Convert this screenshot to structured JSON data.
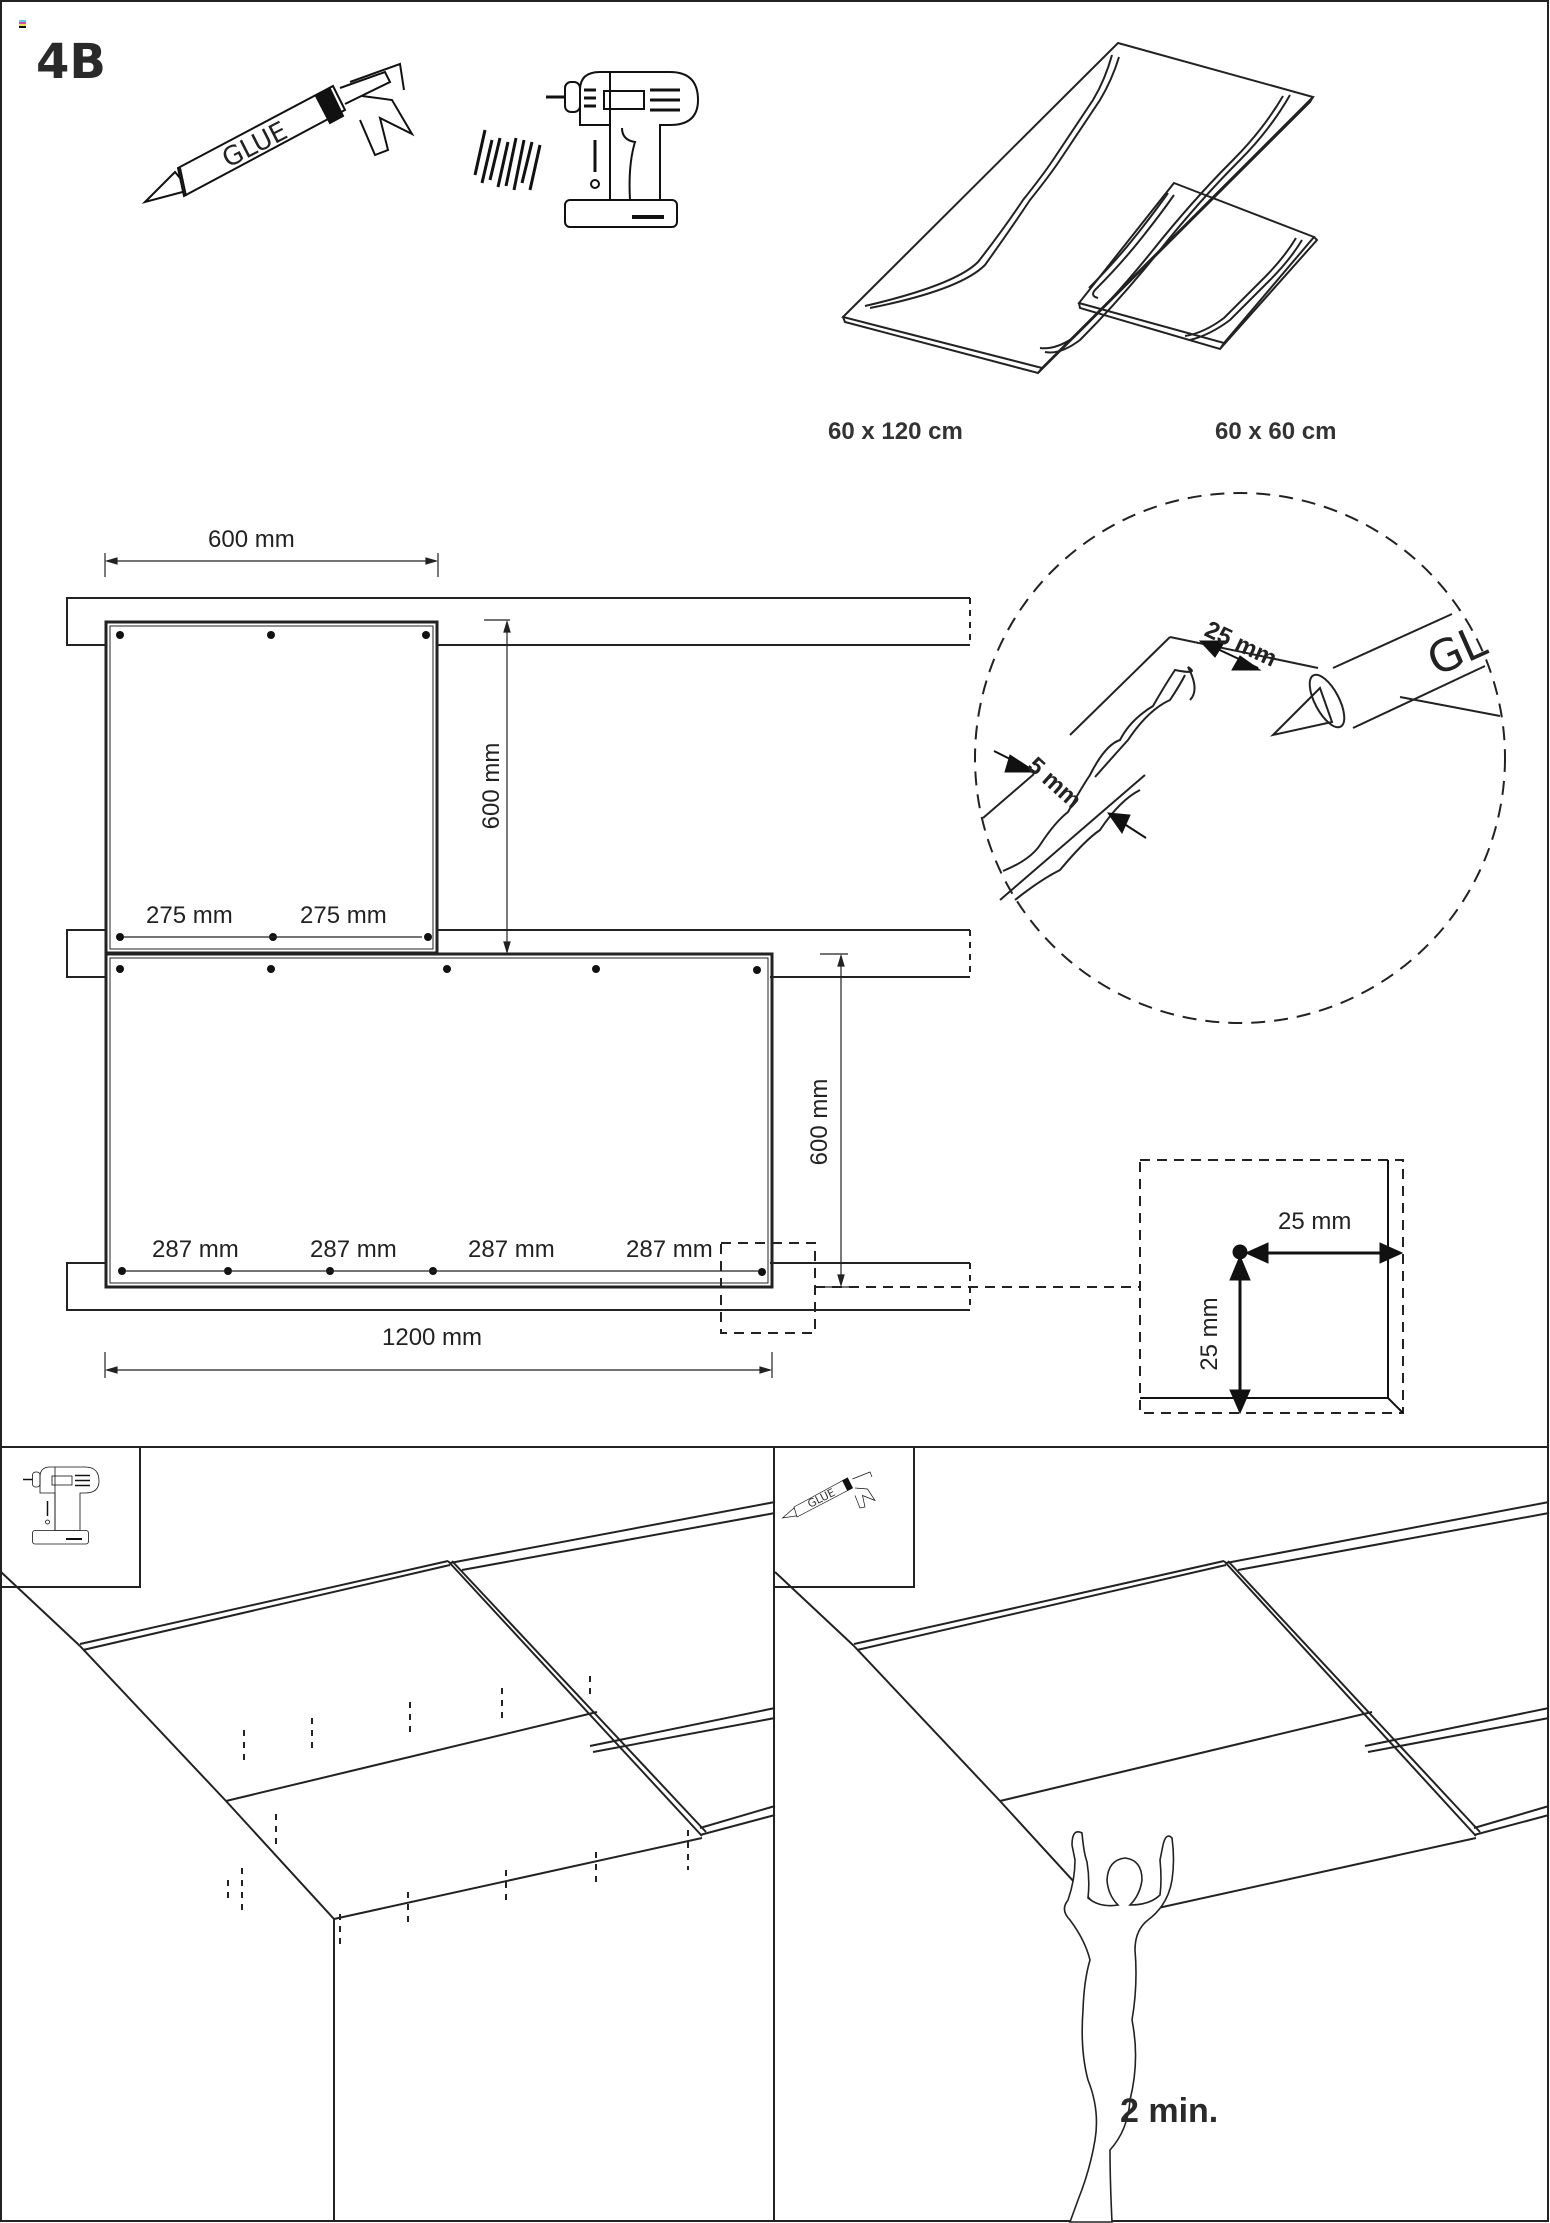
{
  "step_label": "4B",
  "tools": [
    {
      "name": "glue-gun",
      "label": "GLUE"
    },
    {
      "name": "cordless-drill",
      "label": ""
    }
  ],
  "panels": [
    {
      "size_label": "60 x 120 cm"
    },
    {
      "size_label": "60 x 60 cm"
    }
  ],
  "plan": {
    "top_width": "600 mm",
    "small_panel_height": "600 mm",
    "small_panel_spacing": [
      "275 mm",
      "275 mm"
    ],
    "large_panel_height": "600 mm",
    "large_panel_spacing": [
      "287 mm",
      "287 mm",
      "287 mm",
      "287 mm"
    ],
    "large_panel_width": "1200 mm"
  },
  "glue_detail": {
    "edge_offset": "25 mm",
    "bead_width": "5 mm",
    "gun_text": "GL"
  },
  "corner_detail": {
    "horizontal_offset": "25 mm",
    "vertical_offset": "25 mm"
  },
  "bottom_left": {
    "tool_icon": "cordless-drill"
  },
  "bottom_right": {
    "tool_icon": "glue-gun",
    "tool_label": "GLUE",
    "hold_time": "2 min."
  },
  "colors": {
    "line": "#222222",
    "background": "#ffffff",
    "registration": [
      "#5bc8f0",
      "#d94fa8",
      "#f5e04a",
      "#111111"
    ]
  }
}
